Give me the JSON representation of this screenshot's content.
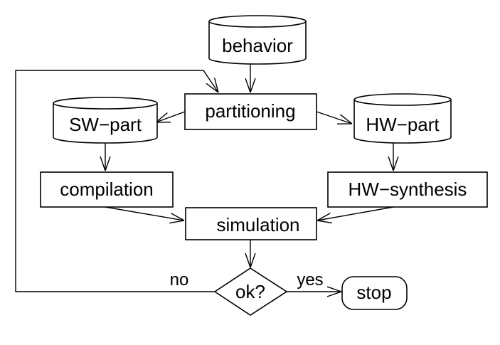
{
  "nodes": {
    "behavior": "behavior",
    "partitioning": "partitioning",
    "sw_part": "SW−part",
    "hw_part": "HW−part",
    "compilation": "compilation",
    "hw_synthesis": "HW−synthesis",
    "simulation": "simulation",
    "ok": "ok?",
    "stop": "stop"
  },
  "edge_labels": {
    "no": "no",
    "yes": "yes"
  }
}
